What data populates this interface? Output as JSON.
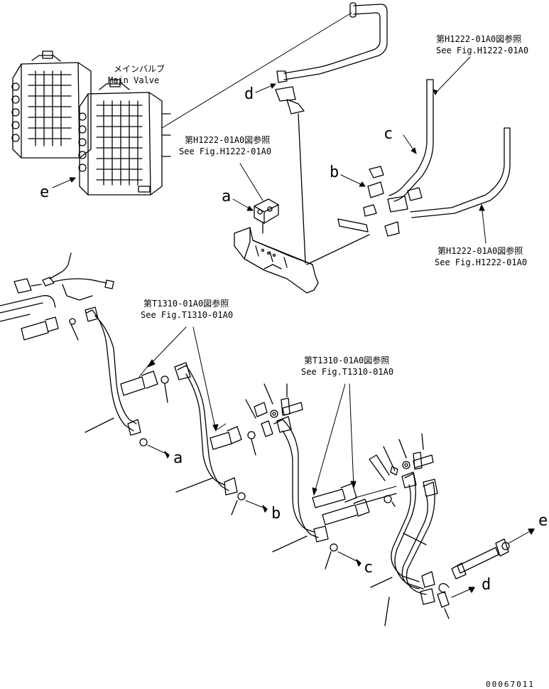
{
  "main_valve": {
    "ja": "メインバルブ",
    "en": "Main Valve"
  },
  "ref_h1222_top": {
    "ja": "第H1222-01A0図参照",
    "en": "See Fig.H1222-01A0"
  },
  "ref_h1222_mid": {
    "ja": "第H1222-01A0図参照",
    "en": "See Fig.H1222-01A0"
  },
  "ref_h1222_right": {
    "ja": "第H1222-01A0図参照",
    "en": "See Fig.H1222-01A0"
  },
  "ref_t1310_left": {
    "ja": "第T1310-01A0図参照",
    "en": "See Fig.T1310-01A0"
  },
  "ref_t1310_right": {
    "ja": "第T1310-01A0図参照",
    "en": "See Fig.T1310-01A0"
  },
  "letters": {
    "a": "a",
    "b": "b",
    "c": "c",
    "d": "d",
    "e": "e"
  },
  "drawing_number": "00067011"
}
